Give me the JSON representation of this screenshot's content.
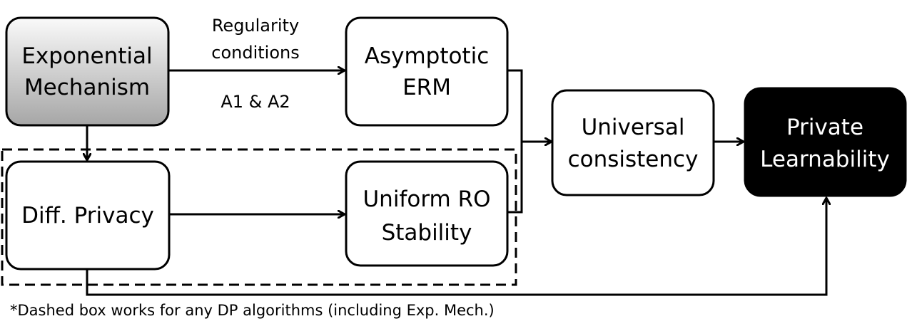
{
  "nodes": {
    "exponential_mechanism": {
      "line1": "Exponential",
      "line2": "Mechanism"
    },
    "asymptotic_erm": {
      "line1": "Asymptotic",
      "line2": "ERM"
    },
    "diff_privacy": {
      "line1": "Diff. Privacy"
    },
    "uniform_ro_stability": {
      "line1": "Uniform RO",
      "line2": "Stability"
    },
    "universal_consistency": {
      "line1": "Universal",
      "line2": "consistency"
    },
    "private_learnability": {
      "line1": "Private",
      "line2": "Learnability"
    }
  },
  "edge_labels": {
    "regularity_line1": "Regularity",
    "regularity_line2": "conditions",
    "assumptions": "A1 & A2"
  },
  "footnote": "*Dashed box works for any DP algorithms (including Exp. Mech.)",
  "colors": {
    "stroke": "#000000",
    "gradient_top": "#fafafa",
    "gradient_bottom": "#a6a6a6",
    "private_learnability_fill": "#000000",
    "private_learnability_text": "#ffffff"
  }
}
